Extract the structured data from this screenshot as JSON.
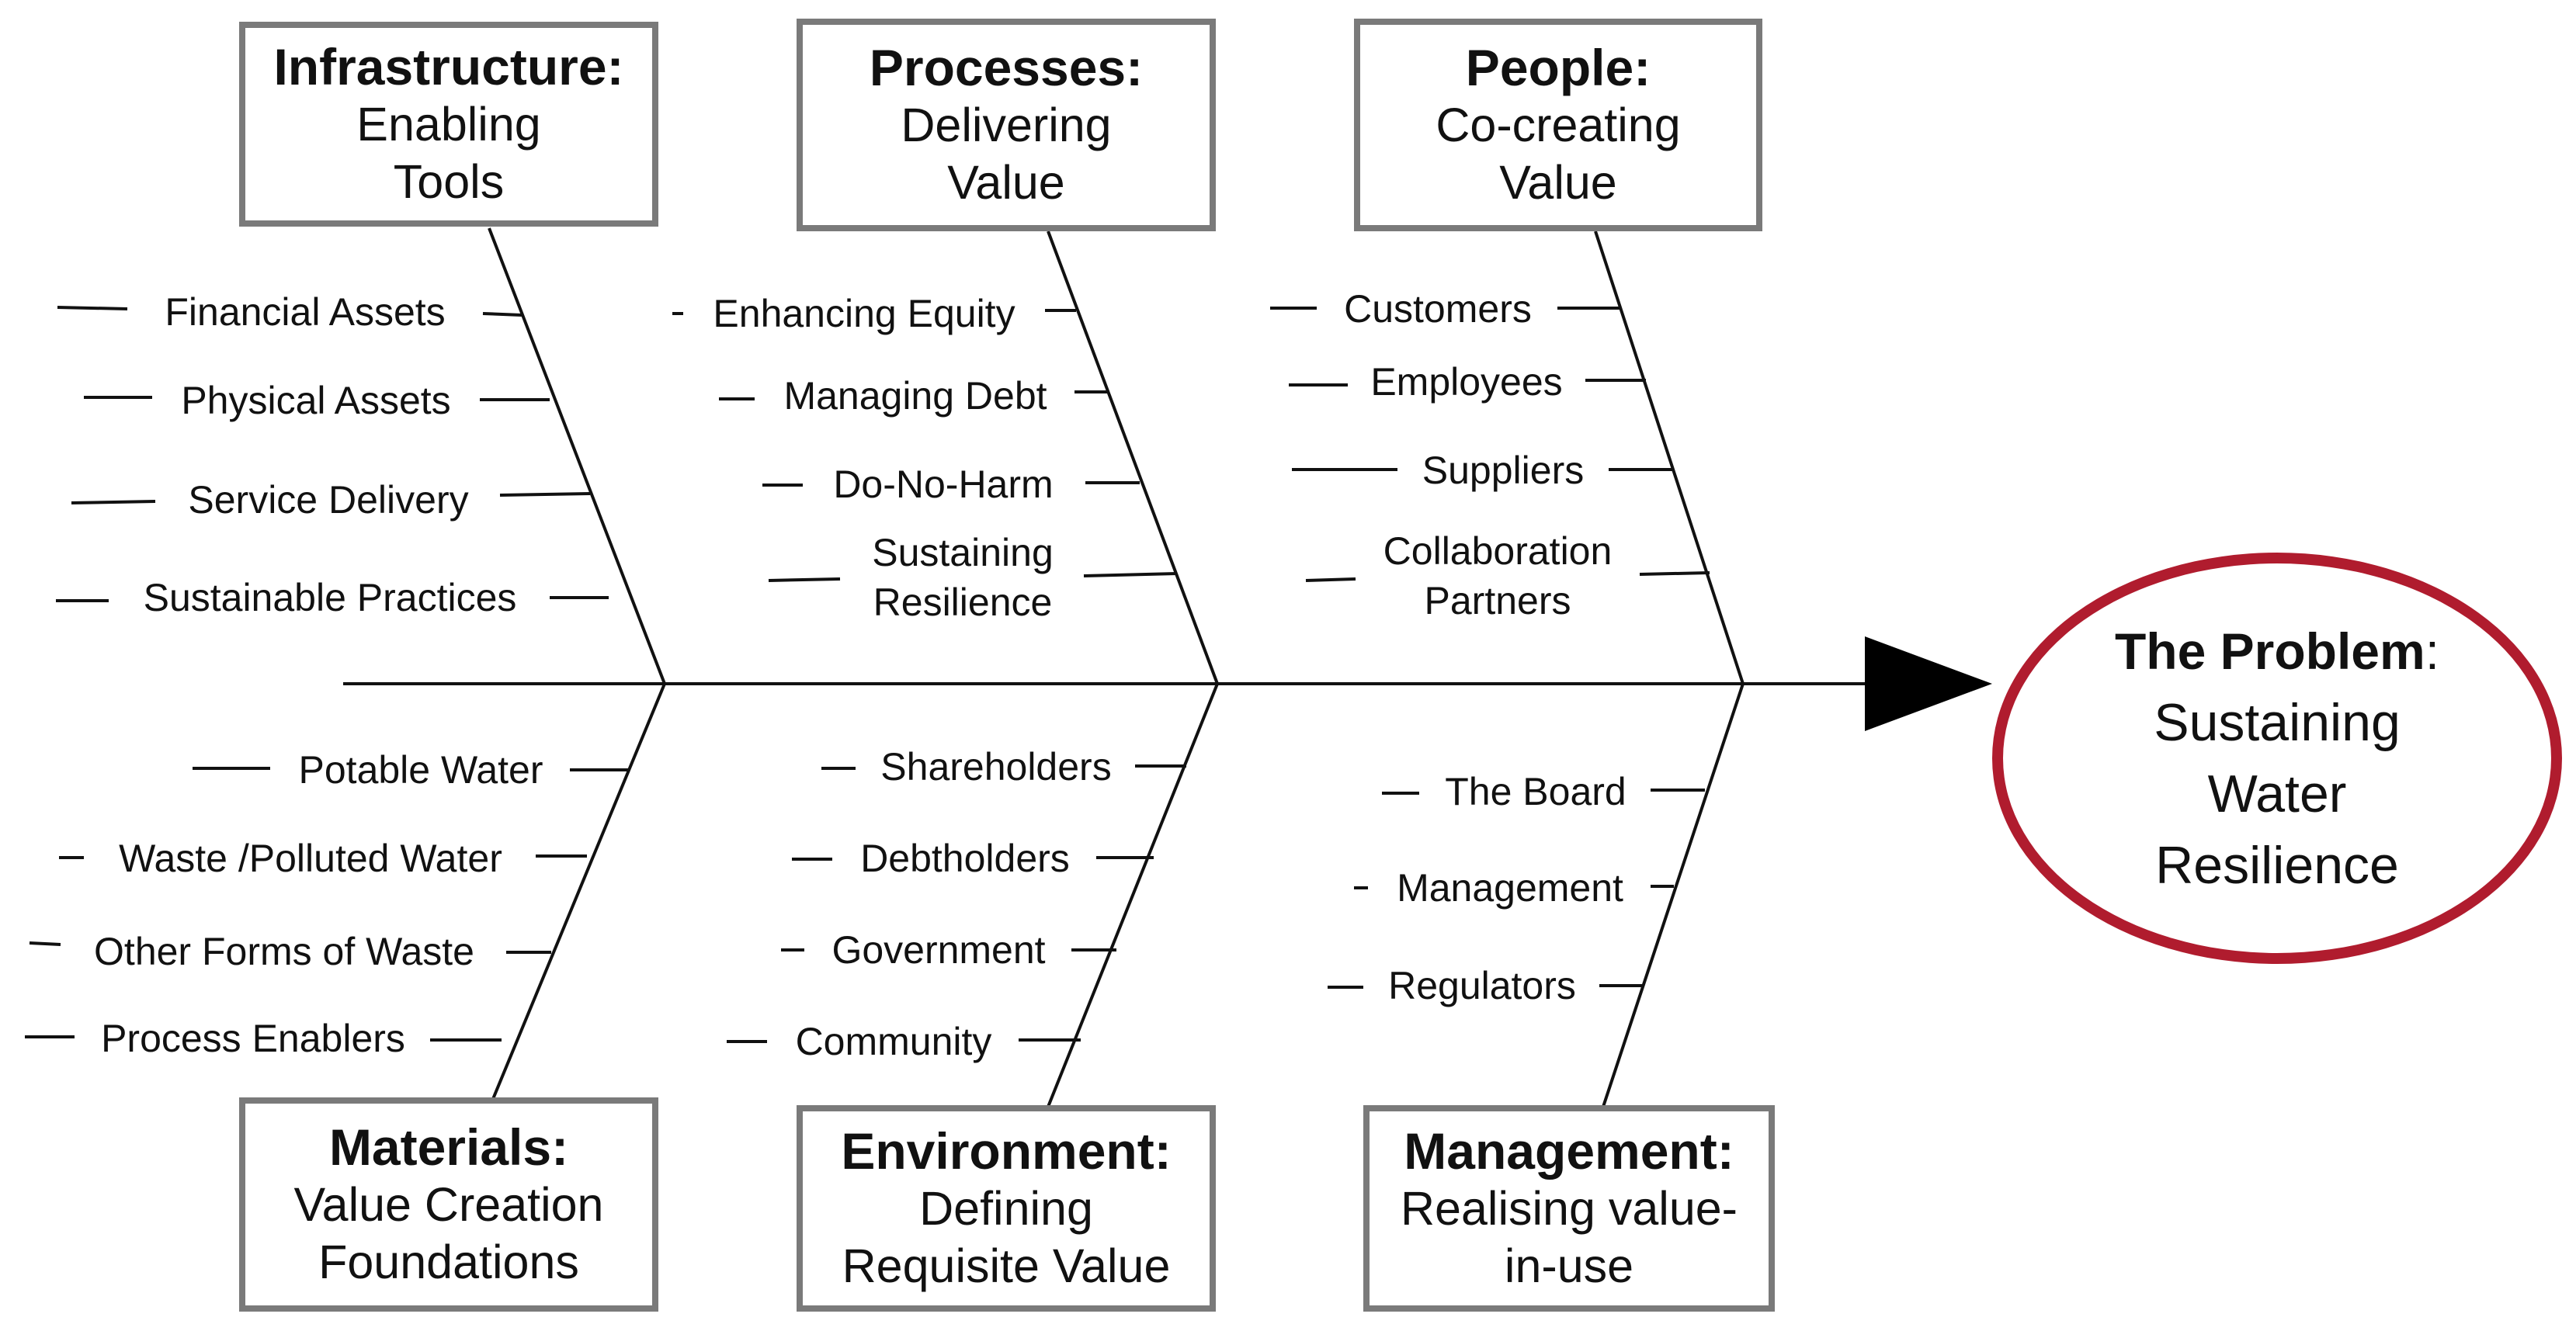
{
  "problem": {
    "title": "The Problem",
    "colon": ":",
    "line1": "Sustaining",
    "line2": "Water",
    "line3": "Resilience",
    "border_color": "#b01c2e"
  },
  "categories": {
    "infrastructure": {
      "head": "Infrastructure:",
      "sub1": "Enabling",
      "sub2": "Tools"
    },
    "processes": {
      "head": "Processes:",
      "sub1": "Delivering",
      "sub2": "Value"
    },
    "people": {
      "head": "People:",
      "sub1": "Co-creating",
      "sub2": "Value"
    },
    "materials": {
      "head": "Materials:",
      "sub1": "Value Creation",
      "sub2": "Foundations"
    },
    "environment": {
      "head": "Environment:",
      "sub1": "Defining",
      "sub2": "Requisite Value"
    },
    "management": {
      "head": "Management:",
      "sub1": "Realising value-",
      "sub2": "in-use"
    }
  },
  "causes": {
    "infrastructure": [
      "Financial Assets",
      "Physical Assets",
      "Service Delivery",
      "Sustainable Practices"
    ],
    "processes": [
      "Enhancing Equity",
      "Managing Debt",
      "Do-No-Harm",
      "Sustaining Resilience"
    ],
    "people": [
      "Customers",
      "Employees",
      "Suppliers",
      "Collaboration Partners"
    ],
    "materials": [
      "Potable Water",
      "Waste /Polluted Water",
      "Other Forms of Waste",
      "Process Enablers"
    ],
    "environment": [
      "Shareholders",
      "Debtholders",
      "Government",
      "Community"
    ],
    "management": [
      "The Board",
      "Management",
      "Regulators"
    ]
  },
  "colors": {
    "box_border": "#7a7a7a",
    "line": "#111111"
  }
}
